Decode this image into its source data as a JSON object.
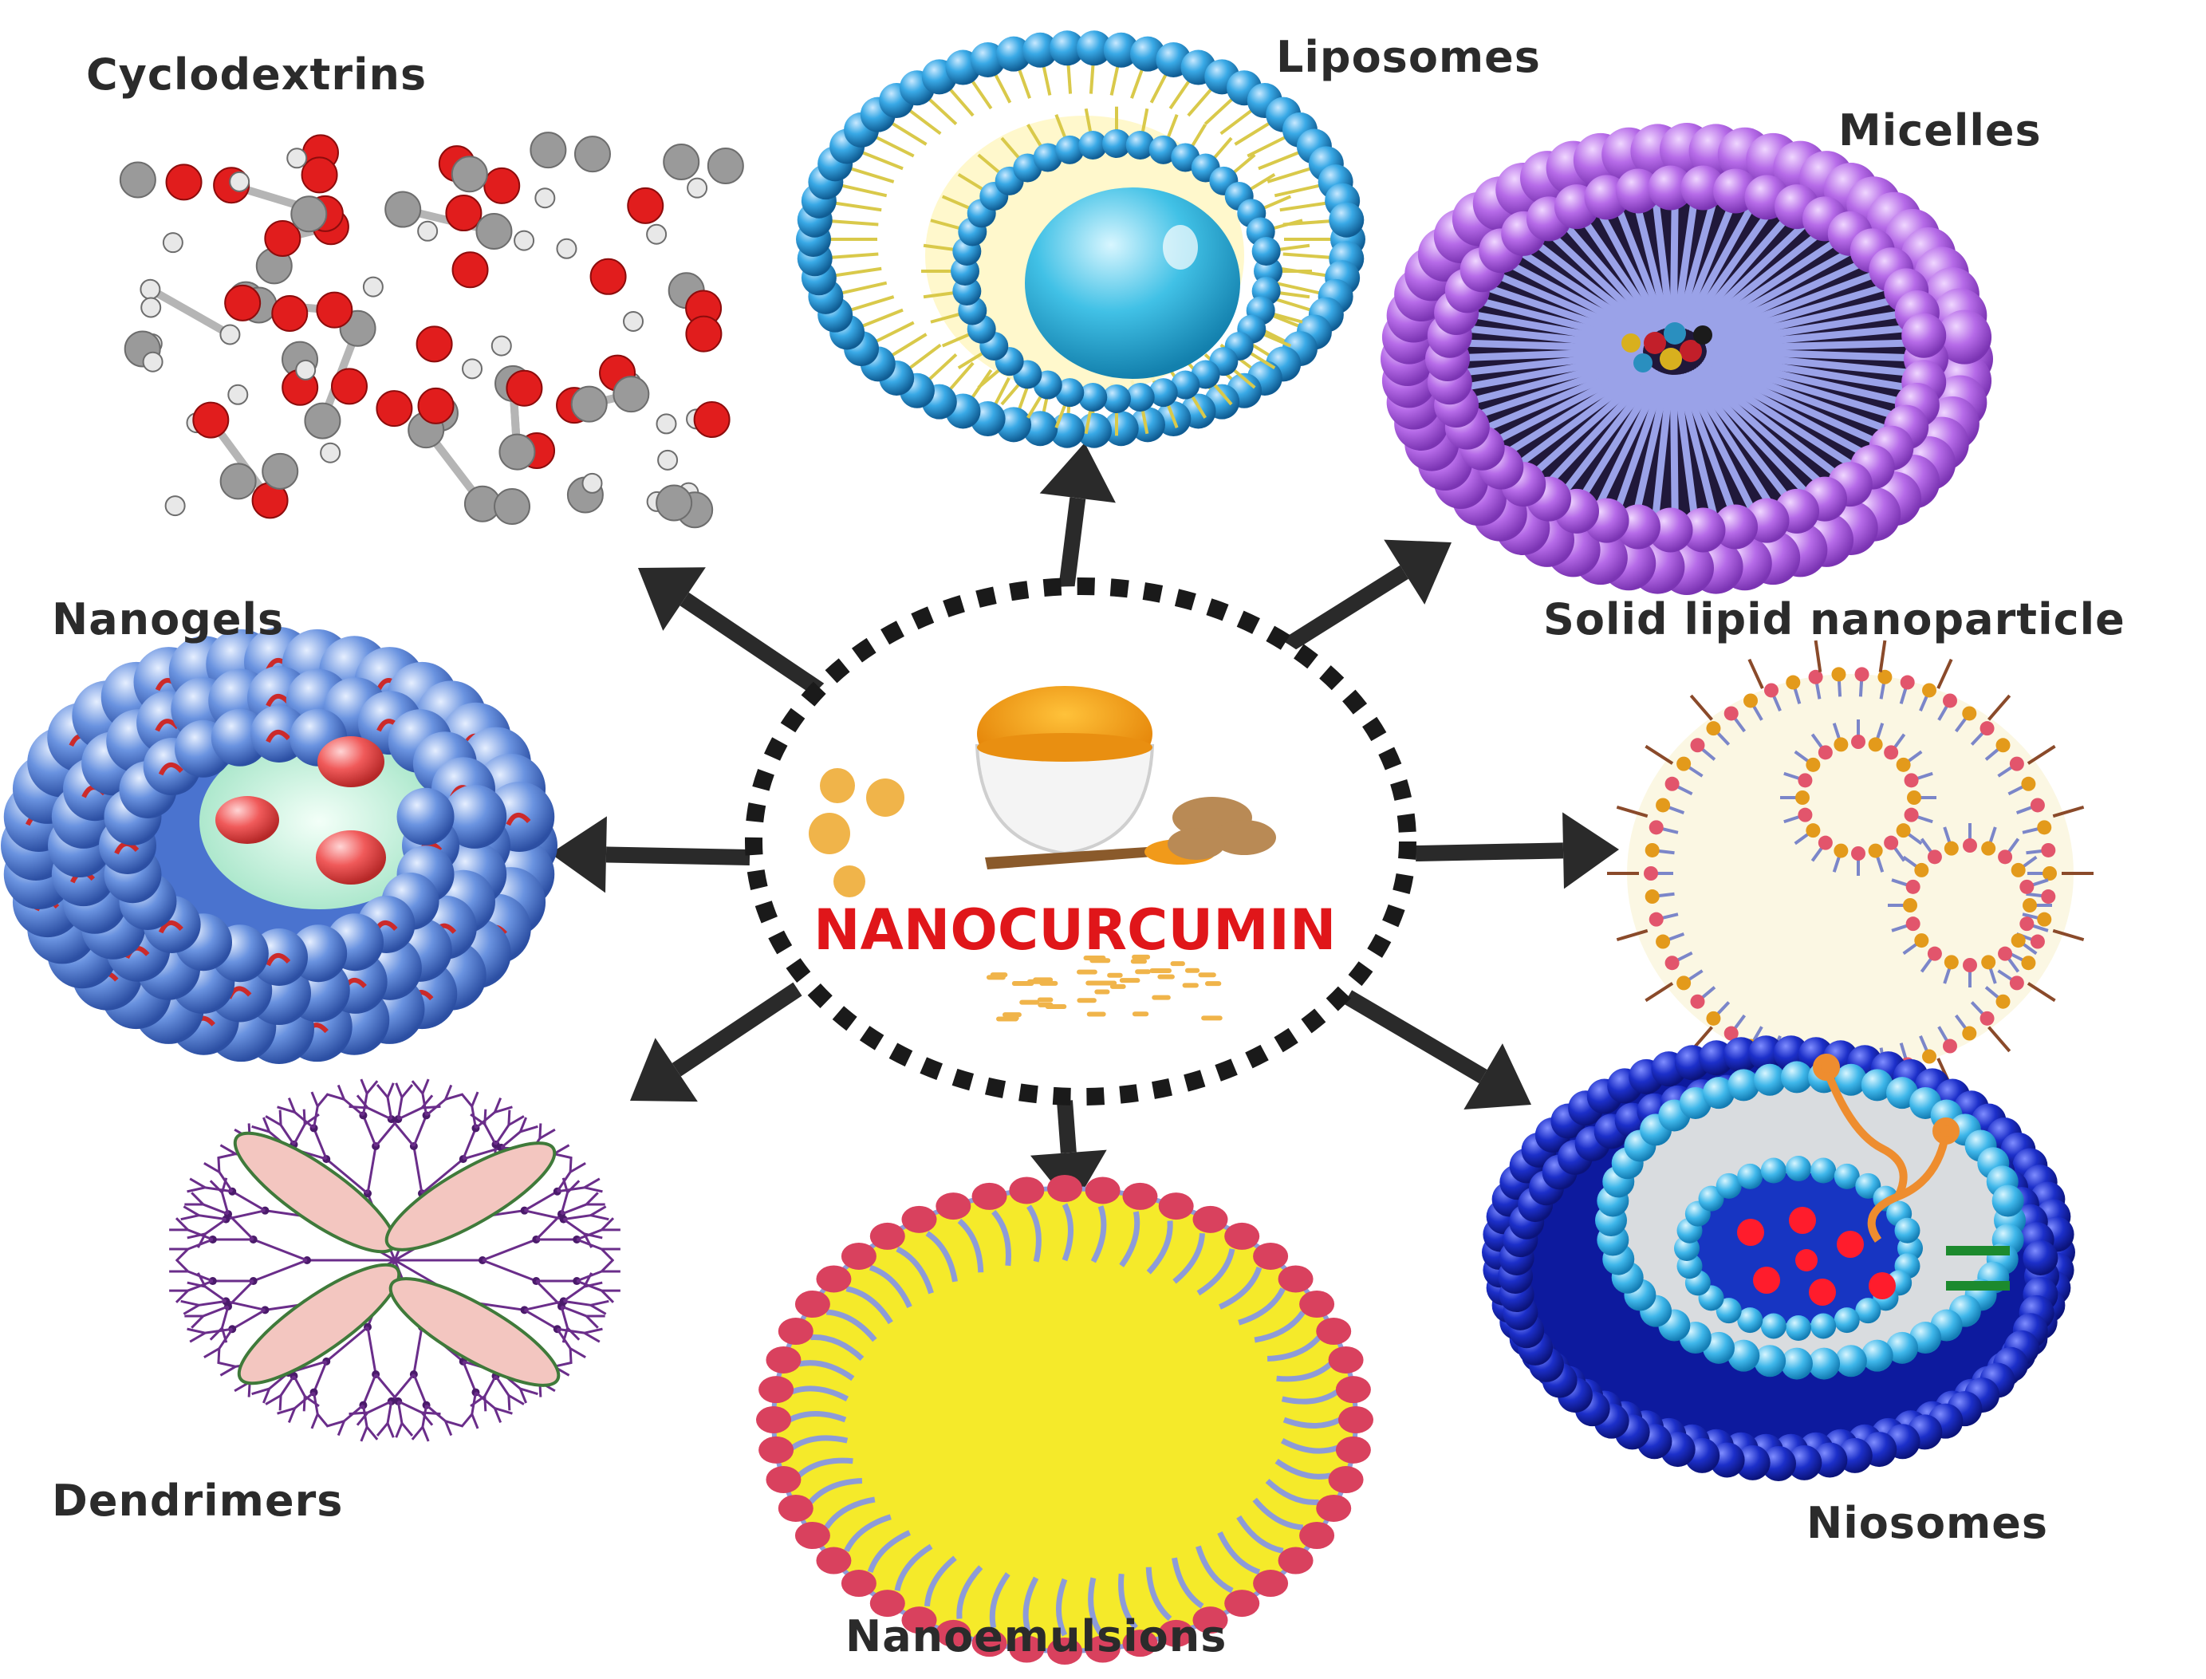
{
  "center": {
    "label": "NANOCURCUMIN",
    "color": "#e0161a"
  },
  "colors": {
    "arrow": "#2a2a2a",
    "label": "#2b2b2b",
    "turmeric": "#e9a63a"
  },
  "carriers": [
    {
      "id": "cyclodextrins",
      "label": "Cyclodextrins",
      "icon": "cyclodextrin-molecule-icon"
    },
    {
      "id": "liposomes",
      "label": "Liposomes",
      "icon": "liposome-bilayer-icon"
    },
    {
      "id": "micelles",
      "label": "Micelles",
      "icon": "micelle-icon"
    },
    {
      "id": "nanogels",
      "label": "Nanogels",
      "icon": "nanogel-sphere-icon"
    },
    {
      "id": "solid-lipid",
      "label": "Solid lipid nanoparticle",
      "icon": "solid-lipid-nanoparticle-icon"
    },
    {
      "id": "dendrimers",
      "label": "Dendrimers",
      "icon": "dendrimer-icon"
    },
    {
      "id": "nanoemulsions",
      "label": "Nanoemulsions",
      "icon": "nanoemulsion-droplet-icon"
    },
    {
      "id": "niosomes",
      "label": "Niosomes",
      "icon": "niosome-vesicle-icon"
    }
  ]
}
